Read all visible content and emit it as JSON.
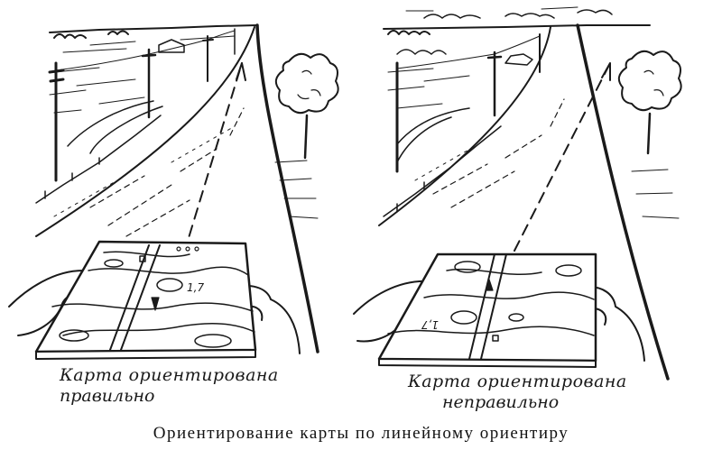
{
  "panels": [
    {
      "line1": "Карта ориентирована",
      "line2": "правильно",
      "map_mark": "1,7"
    },
    {
      "line1": "Карта ориентирована",
      "line2": "неправильно",
      "map_mark": "1,7"
    }
  ],
  "caption": "Ориентирование карты по линейному ориентиру"
}
